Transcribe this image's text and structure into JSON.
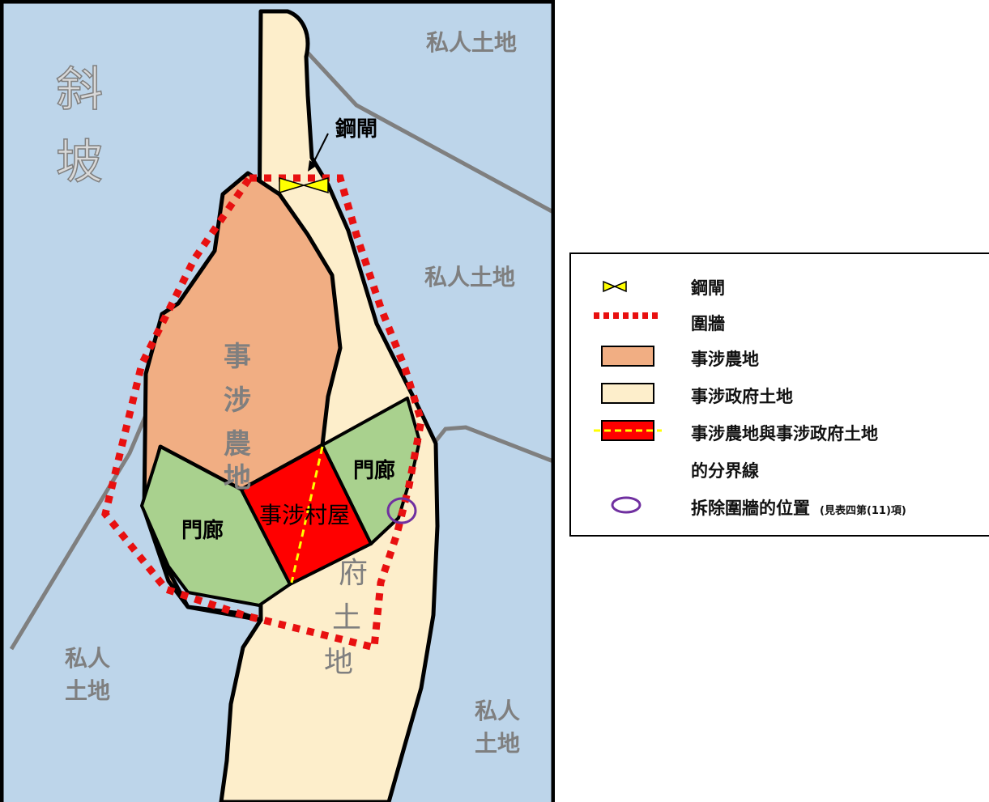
{
  "map": {
    "slope_label_1": "斜",
    "slope_label_2": "坡",
    "private_land_label_1": "私人土地",
    "private_land_label_2": "私人土地",
    "private_land_left_1": "私人",
    "private_land_left_2": "土地",
    "private_land_right_1": "私人",
    "private_land_right_2": "土地",
    "gate_label": "鋼閘",
    "farmland_chars": [
      "事",
      "涉",
      "農",
      "地"
    ],
    "gov_land_chars": [
      "府",
      "土",
      "地"
    ],
    "porch_left": "門廊",
    "porch_right": "門廊",
    "village_house": "事涉村屋"
  },
  "legend": {
    "items": [
      {
        "label": "鋼閘",
        "note": ""
      },
      {
        "label": "圍牆",
        "note": ""
      },
      {
        "label": "事涉農地",
        "note": ""
      },
      {
        "label": "事涉政府土地",
        "note": ""
      },
      {
        "label": "事涉農地與事涉政府土地",
        "note": ""
      },
      {
        "label": "的分界線",
        "note": ""
      },
      {
        "label": "拆除圍牆的位置",
        "note": "(見表四第(11)項)"
      }
    ]
  },
  "colors": {
    "water_slope": "#bdd5ea",
    "government_land": "#fdeecb",
    "farmland": "#f1ae83",
    "porch": "#a9d18e",
    "village_house": "#ff0000",
    "boundary_line": "#ffff00",
    "wall": "#e81010",
    "gate": "#ffff00",
    "removed_wall_marker": "#7030a0",
    "lot_line": "#7f7f7f",
    "label_grey": "#7f7f7f"
  }
}
